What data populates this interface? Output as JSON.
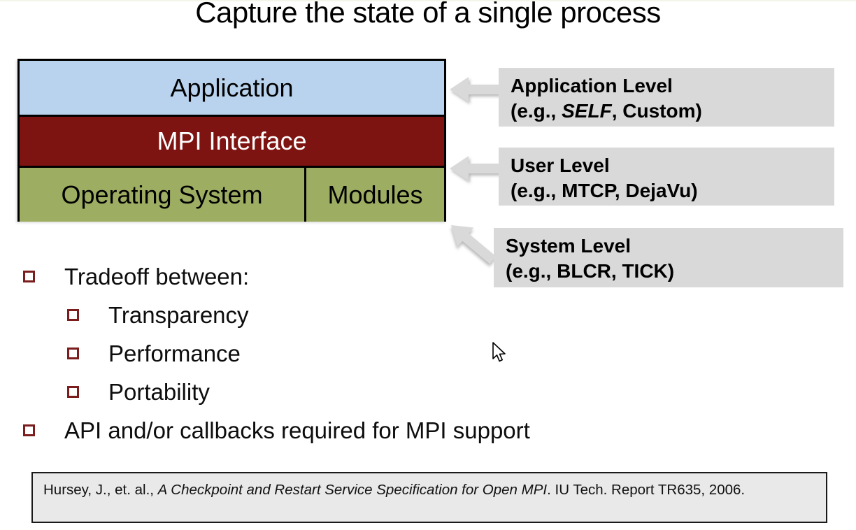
{
  "title": "Capture the state of a single process",
  "stack": {
    "application": "Application",
    "mpi": "MPI Interface",
    "os": "Operating System",
    "modules": "Modules"
  },
  "annotations": [
    {
      "line1": "Application Level",
      "line2_pre": "(e.g., ",
      "line2_em": "SELF",
      "line2_post": ", Custom)"
    },
    {
      "line1": "User Level",
      "line2_pre": "(e.g., MTCP, DejaVu)",
      "line2_em": "",
      "line2_post": ""
    },
    {
      "line1": "System Level",
      "line2_pre": "(e.g., BLCR, TICK)",
      "line2_em": "",
      "line2_post": ""
    }
  ],
  "bullets": {
    "items": [
      {
        "text": "Tradeoff between:"
      },
      {
        "text": "Transparency"
      },
      {
        "text": "Performance"
      },
      {
        "text": "Portability"
      },
      {
        "text": "API and/or callbacks required for MPI support"
      }
    ]
  },
  "citation": {
    "pre": "Hursey, J., et. al., ",
    "em": "A Checkpoint and Restart Service Specification for Open MPI",
    "post": ". IU Tech. Report TR635, 2006."
  },
  "colors": {
    "application_fill": "#b9d3ee",
    "mpi_fill": "#7e1411",
    "os_fill": "#9dad62",
    "annotation_fill": "#d9d9d9",
    "citation_fill": "#e9e9e9",
    "bullet_square": "#7b1d1d",
    "arrow_fill": "#d9d9d9"
  }
}
